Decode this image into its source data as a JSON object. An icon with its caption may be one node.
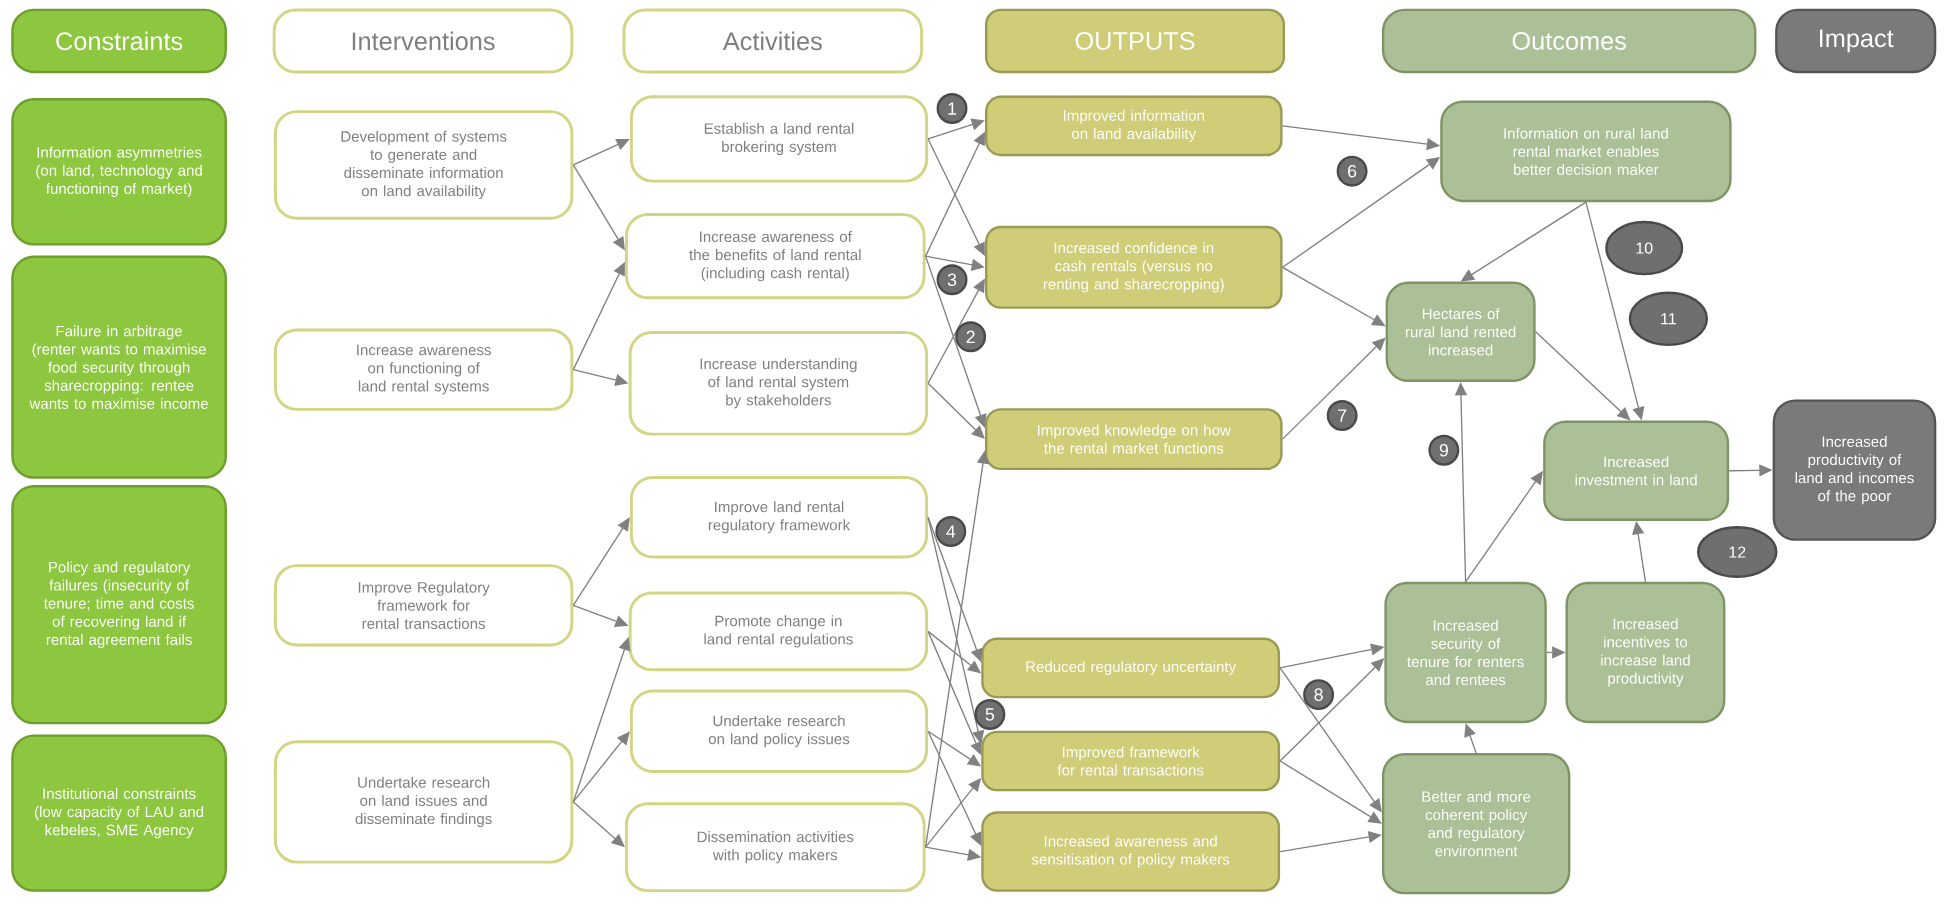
{
  "diagram": {
    "nodes": [
      {
        "text": [
          "Constraints"
        ]
      },
      {
        "text": [
          "Interventions"
        ]
      },
      {
        "text": [
          "Activities"
        ]
      },
      {
        "text": [
          "OUTPUTS"
        ]
      },
      {
        "text": [
          "Outcomes"
        ]
      },
      {
        "text": [
          "Impact"
        ]
      },
      {
        "text": [
          "Information asymmetries (on land, technology and functioning of market)"
        ]
      },
      {
        "text": [
          "Failure in arbitrage (renter wants to maximise food security through sharecropping: rentee wants to maximise income"
        ]
      },
      {
        "text": [
          "Policy and regulatory failures (insecurity of tenure; time and costs of recovering land if rental agreement fails"
        ]
      },
      {
        "text": [
          "Institutional constraints (low capacity of LAU and kebeles, SME Agency"
        ]
      },
      {
        "text": [
          "Development of systems to generate and disseminate information on land availability"
        ]
      },
      {
        "text": [
          "Increase awareness on functioning of land rental systems"
        ]
      },
      {
        "text": [
          "Improve Regulatory framework for rental transactions"
        ]
      },
      {
        "text": [
          "Undertake research on land issues and disseminate findings"
        ]
      },
      {
        "text": [
          "Establish a land rental brokering system"
        ]
      },
      {
        "text": [
          "Increase awareness of the benefits of land rental (including cash rental)"
        ]
      },
      {
        "text": [
          "Increase understanding of land rental system by stakeholders"
        ]
      },
      {
        "text": [
          "Improve land rental regulatory framework"
        ]
      },
      {
        "text": [
          "Promote change in land rental regulations"
        ]
      },
      {
        "text": [
          "Undertake research on land policy issues"
        ]
      },
      {
        "text": [
          "Dissemination activities with policy makers"
        ]
      },
      {
        "text": [
          "Improved information on land availability"
        ]
      },
      {
        "text": [
          "Increased confidence in cash rentals (versus no renting and sharecropping)"
        ]
      },
      {
        "text": [
          "Improved knowledge on how the rental market functions"
        ]
      },
      {
        "text": [
          "Reduced regulatory uncertainty"
        ]
      },
      {
        "text": [
          "Improved framework for rental transactions"
        ]
      },
      {
        "text": [
          "Increased awareness and sensitisation of policy makers"
        ]
      },
      {
        "text": [
          "Information on rural land rental market enables better decision maker"
        ]
      },
      {
        "text": [
          "Hectares of rural land rented increased"
        ]
      },
      {
        "text": [
          "Increased investment in land"
        ]
      },
      {
        "text": [
          "Increased security of tenure for renters and rentees"
        ]
      },
      {
        "text": [
          "Increased incentives to increase land productivity"
        ]
      },
      {
        "text": [
          "Better and more coherent policy and regulatory environment"
        ]
      },
      {
        "text": [
          "Increased productivity of land and incomes of the poor"
        ]
      },
      {
        "text": [
          "1"
        ]
      },
      {
        "text": [
          "3"
        ]
      },
      {
        "text": [
          "2"
        ]
      },
      {
        "text": [
          "4"
        ]
      },
      {
        "text": [
          "5"
        ]
      },
      {
        "text": [
          "6"
        ]
      },
      {
        "text": [
          "7"
        ]
      },
      {
        "text": [
          "8"
        ]
      },
      {
        "text": [
          "9"
        ]
      },
      {
        "text": [
          "10"
        ]
      },
      {
        "text": [
          "11"
        ]
      },
      {
        "text": [
          "12"
        ]
      }
    ],
    "edges": [
      {
        "from": 10,
        "to": 14,
        "arrow": "to"
      },
      {
        "from": 10,
        "to": 15,
        "arrow": "to"
      },
      {
        "from": 11,
        "to": 15,
        "arrow": "to"
      },
      {
        "from": 11,
        "to": 16,
        "arrow": "to"
      },
      {
        "from": 12,
        "to": 17,
        "arrow": "to"
      },
      {
        "from": 12,
        "to": 18,
        "arrow": "to"
      },
      {
        "from": 13,
        "to": 18,
        "arrow": "to"
      },
      {
        "from": 13,
        "to": 19,
        "arrow": "to"
      },
      {
        "from": 13,
        "to": 20,
        "arrow": "to"
      },
      {
        "from": 14,
        "to": 21,
        "arrow": "to"
      },
      {
        "from": 14,
        "to": 22,
        "arrow": "to"
      },
      {
        "from": 15,
        "to": 21,
        "arrow": "to"
      },
      {
        "from": 15,
        "to": 22,
        "arrow": "to"
      },
      {
        "from": 15,
        "to": 23,
        "arrow": "to"
      },
      {
        "from": 16,
        "to": 22,
        "arrow": "to"
      },
      {
        "from": 16,
        "to": 23,
        "arrow": "to"
      },
      {
        "from": 17,
        "to": 24,
        "arrow": "to"
      },
      {
        "from": 17,
        "to": 25,
        "arrow": "to"
      },
      {
        "from": 18,
        "to": 24,
        "arrow": "to"
      },
      {
        "from": 18,
        "to": 25,
        "arrow": "to"
      },
      {
        "from": 19,
        "to": 25,
        "arrow": "to"
      },
      {
        "from": 19,
        "to": 26,
        "arrow": "to"
      },
      {
        "from": 20,
        "to": 23,
        "arrow": "to"
      },
      {
        "from": 20,
        "to": 25,
        "arrow": "to"
      },
      {
        "from": 20,
        "to": 26,
        "arrow": "to"
      },
      {
        "from": 21,
        "to": 27,
        "arrow": "to"
      },
      {
        "from": 22,
        "to": 27,
        "arrow": "to"
      },
      {
        "from": 22,
        "to": 28,
        "arrow": "to"
      },
      {
        "from": 23,
        "to": 28,
        "arrow": "to"
      },
      {
        "from": 24,
        "to": 30,
        "arrow": "to"
      },
      {
        "from": 24,
        "to": 32,
        "arrow": "to"
      },
      {
        "from": 25,
        "to": 30,
        "arrow": "to"
      },
      {
        "from": 25,
        "to": 32,
        "arrow": "to"
      },
      {
        "from": 26,
        "to": 32,
        "arrow": "to"
      },
      {
        "from": 27,
        "to": 28,
        "arrow": "to"
      },
      {
        "from": 27,
        "to": 29,
        "arrow": "to"
      },
      {
        "from": 28,
        "to": 29,
        "arrow": "to"
      },
      {
        "from": 30,
        "to": 28,
        "arrow": "to"
      },
      {
        "from": 30,
        "to": 29,
        "arrow": "to"
      },
      {
        "from": 30,
        "to": 31,
        "arrow": "to"
      },
      {
        "from": 32,
        "to": 30,
        "arrow": "to"
      },
      {
        "from": 31,
        "to": 29,
        "arrow": "to"
      },
      {
        "from": 29,
        "to": 33,
        "arrow": "to"
      }
    ]
  }
}
